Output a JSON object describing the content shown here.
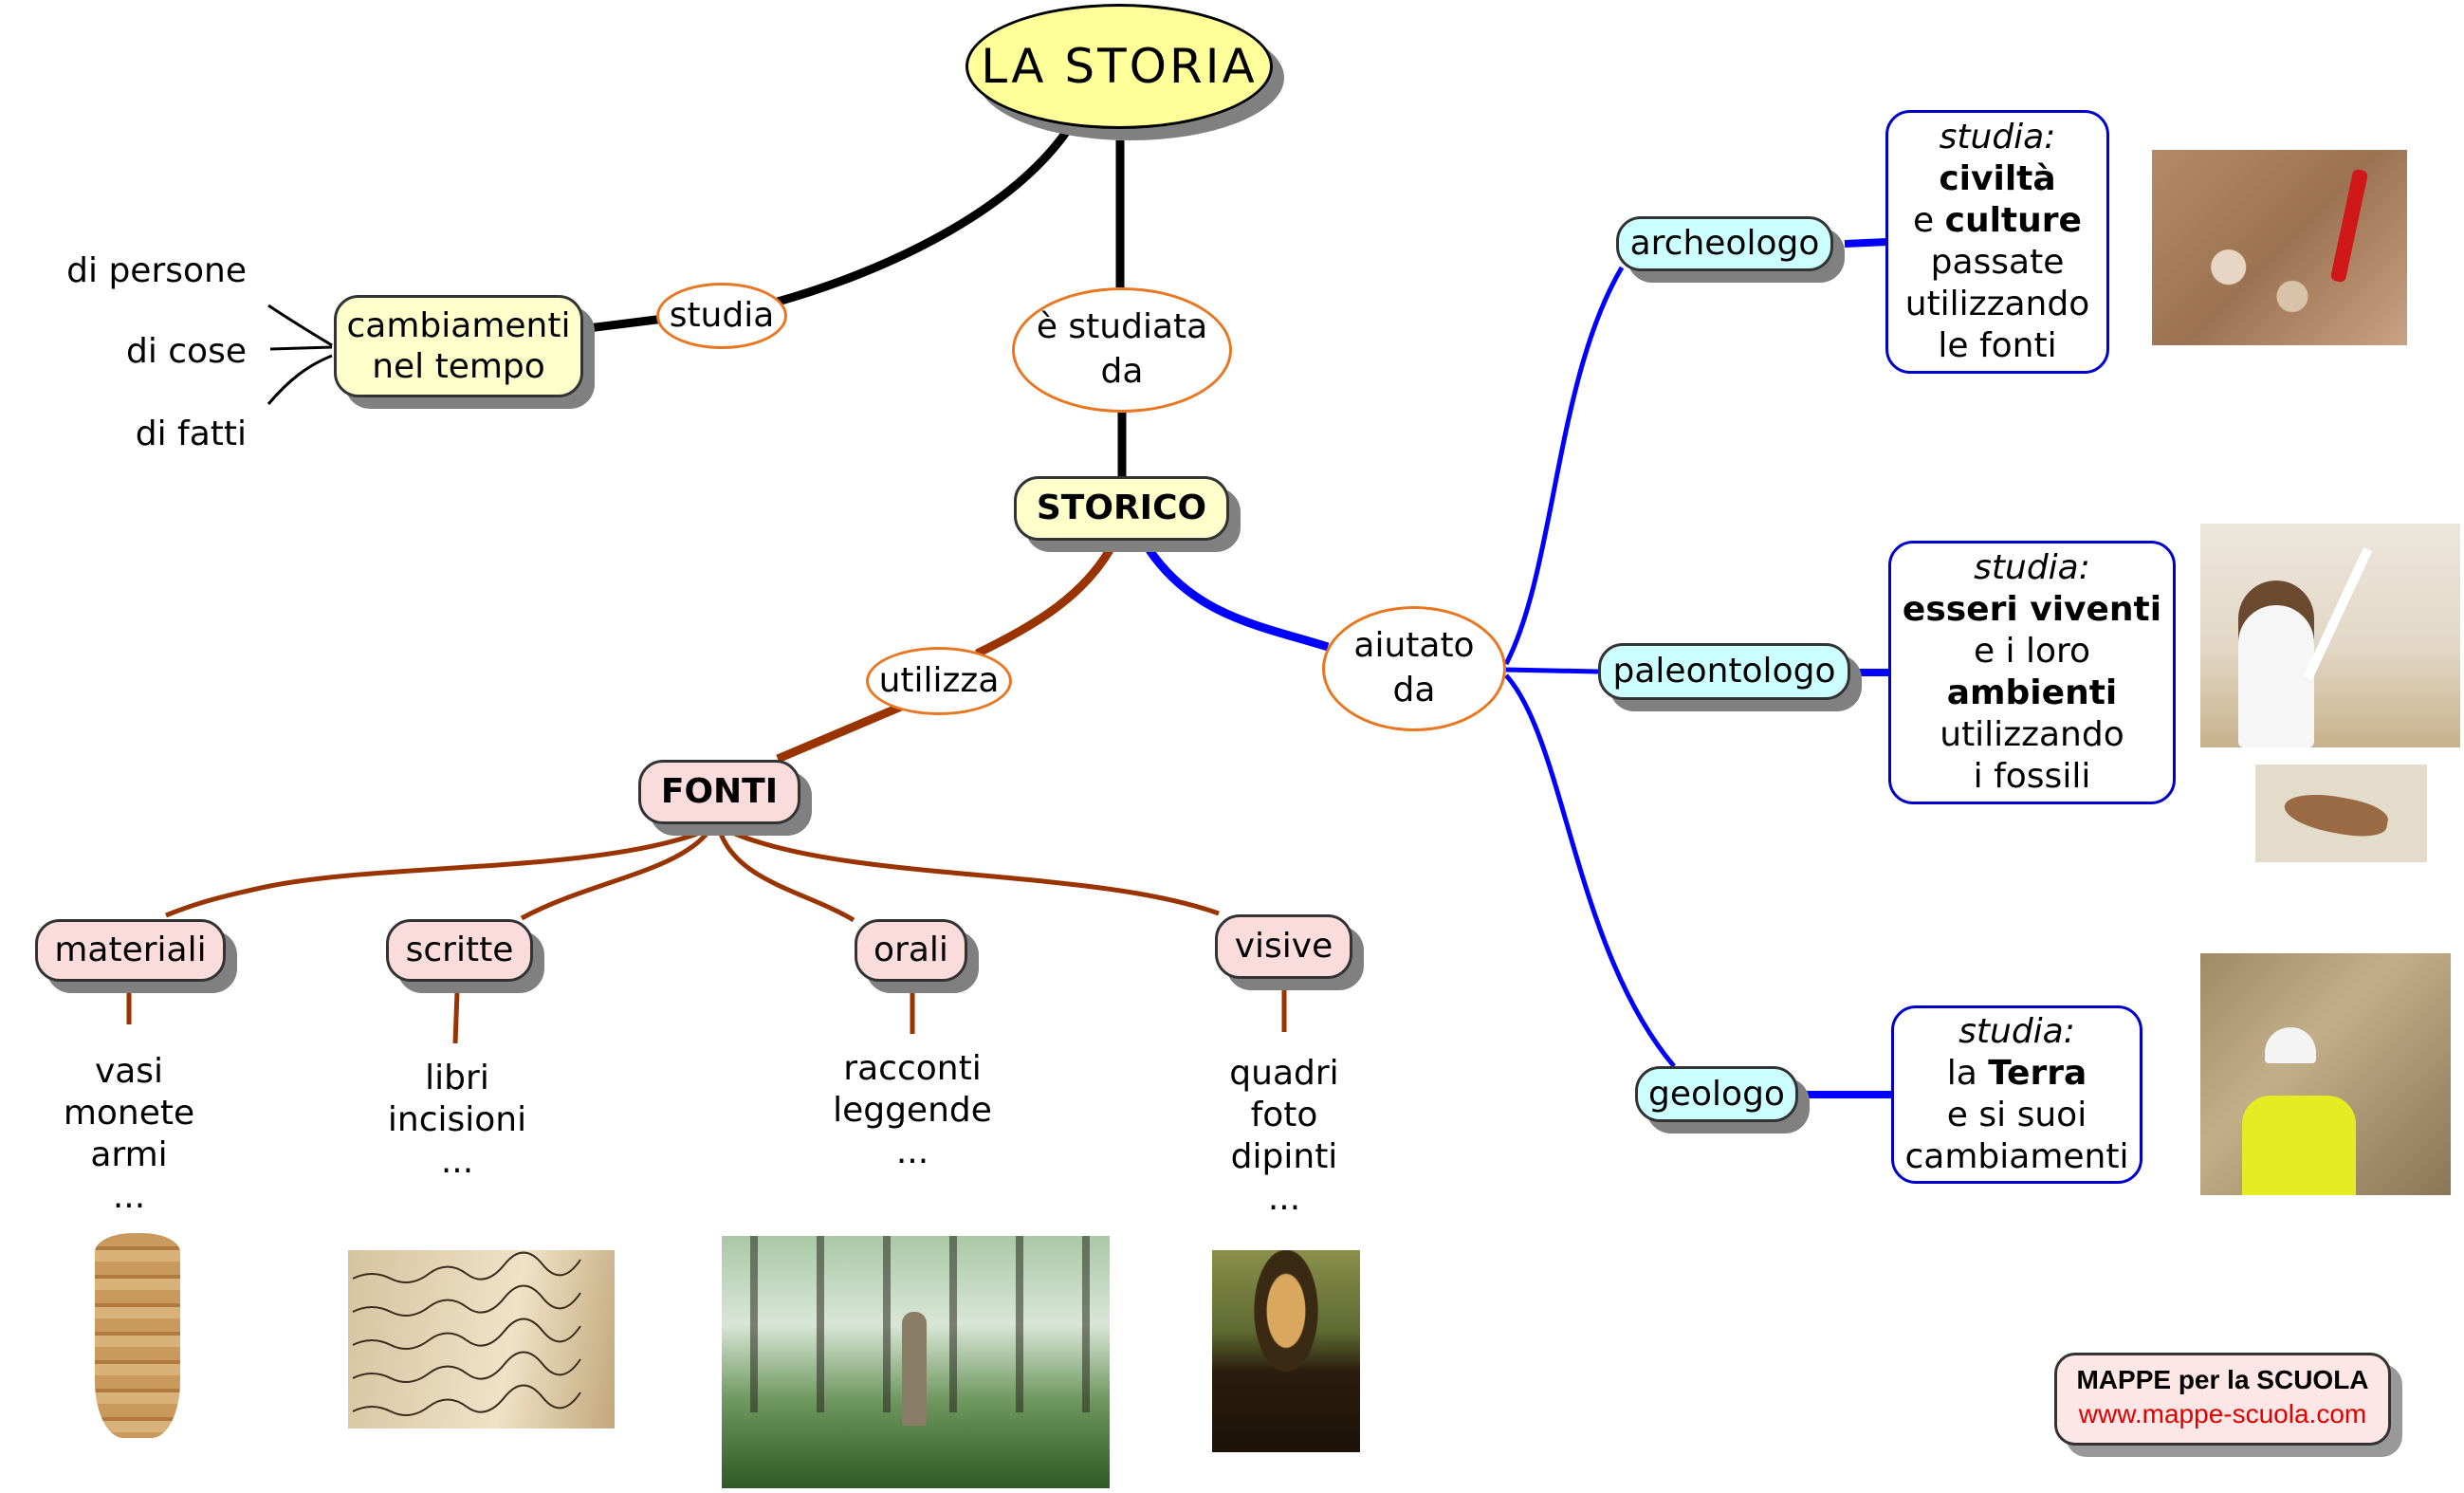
{
  "title": "LA STORIA",
  "colors": {
    "black_link": "#000000",
    "brown_link": "#993300",
    "blue_link": "#0000ff",
    "ellipse_border": "#e87722",
    "root_fill": "#ffff99",
    "yellow_fill": "#ffffcc",
    "pink_fill": "#fbdcdc",
    "cyan_fill": "#ccffff",
    "footer_url": "#e00000"
  },
  "links": {
    "studia": "studia",
    "studiata_da": [
      "è studiata",
      "da"
    ],
    "utilizza": "utilizza",
    "aiutato_da": [
      "aiutato",
      "da"
    ]
  },
  "cambiamenti": {
    "label": [
      "cambiamenti",
      "nel tempo"
    ],
    "items": [
      "di persone",
      "di cose",
      "di fatti"
    ]
  },
  "storico": "STORICO",
  "fonti": {
    "label": "FONTI",
    "types": [
      {
        "label": "materiali",
        "examples": [
          "vasi",
          "monete",
          "armi",
          "..."
        ],
        "image": "vase-image"
      },
      {
        "label": "scritte",
        "examples": [
          "libri",
          "incisioni",
          "..."
        ],
        "image": "handwriting-image"
      },
      {
        "label": "orali",
        "examples": [
          "racconti",
          "leggende",
          "..."
        ],
        "image": "storytelling-forest-image"
      },
      {
        "label": "visive",
        "examples": [
          "quadri",
          "foto",
          "dipinti",
          "..."
        ],
        "image": "mona-lisa-image"
      }
    ]
  },
  "helpers": [
    {
      "label": "archeologo",
      "studia": "studia:",
      "lines": [
        {
          "parts": [
            {
              "text": "civiltà",
              "bold": true
            }
          ]
        },
        {
          "parts": [
            {
              "text": "e ",
              "bold": false
            },
            {
              "text": "culture",
              "bold": true
            }
          ]
        },
        {
          "parts": [
            {
              "text": "passate",
              "bold": false
            }
          ]
        },
        {
          "parts": [
            {
              "text": "utilizzando",
              "bold": false
            }
          ]
        },
        {
          "parts": [
            {
              "text": "le fonti",
              "bold": false
            }
          ]
        }
      ],
      "image": "excavation-image"
    },
    {
      "label": "paleontologo",
      "studia": "studia:",
      "lines": [
        {
          "parts": [
            {
              "text": "esseri viventi",
              "bold": true
            }
          ]
        },
        {
          "parts": [
            {
              "text": "e i loro",
              "bold": false
            }
          ]
        },
        {
          "parts": [
            {
              "text": "ambienti",
              "bold": true
            }
          ]
        },
        {
          "parts": [
            {
              "text": "utilizzando",
              "bold": false
            }
          ]
        },
        {
          "parts": [
            {
              "text": "i fossili",
              "bold": false
            }
          ]
        }
      ],
      "image": "lab-scientist-image",
      "image2": "fish-fossil-image"
    },
    {
      "label": "geologo",
      "studia": "studia:",
      "lines": [
        {
          "parts": [
            {
              "text": "la ",
              "bold": false
            },
            {
              "text": "Terra",
              "bold": true
            }
          ]
        },
        {
          "parts": [
            {
              "text": "e si suoi",
              "bold": false
            }
          ]
        },
        {
          "parts": [
            {
              "text": "cambiamenti",
              "bold": false
            }
          ]
        }
      ],
      "image": "geologist-image"
    }
  ],
  "footer": {
    "brand": "MAPPE per la SCUOLA",
    "url": "www.mappe-scuola.com"
  }
}
